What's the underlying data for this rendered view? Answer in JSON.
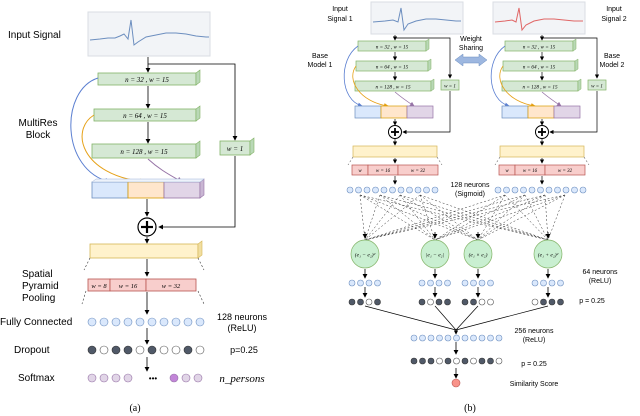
{
  "panel_a": {
    "input_signal_label": "Input Signal",
    "multires_label_1": "MultiRes",
    "multires_label_2": "Block",
    "conv1": "n = 32 , w = 15",
    "conv2": "n = 64 , w = 15",
    "conv3": "n = 128 , w = 15",
    "shortcut": "w = 1",
    "spp_label_1": "Spatial",
    "spp_label_2": "Pyramid",
    "spp_label_3": "Pooling",
    "spp_w8": "w = 8",
    "spp_w16": "w = 16",
    "spp_w32": "w = 32",
    "fc_label": "Fully Connected",
    "fc_desc_1": "128 neurons",
    "fc_desc_2": "(ReLU)",
    "dropout_label": "Dropout",
    "dropout_desc": "p=0.25",
    "softmax_label": "Softmax",
    "softmax_desc": "n_persons",
    "softmax_ellipsis": "•••",
    "caption": "(a)"
  },
  "panel_b": {
    "input1_line1": "Input",
    "input1_line2": "Signal 1",
    "input2_line1": "Input",
    "input2_line2": "Signal 2",
    "weight_sharing_1": "Weight",
    "weight_sharing_2": "Sharing",
    "base1_line1": "Base",
    "base1_line2": "Model 1",
    "base2_line1": "Base",
    "base2_line2": "Model 2",
    "conv1": "n = 32 , w = 15",
    "conv2": "n = 64 , w = 15",
    "conv3": "n = 128 , w = 15",
    "shortcut": "w = 1",
    "spp_w8": "w",
    "spp_w16": "w = 16",
    "spp_w32": "w = 32",
    "spp2_w32": "w = 32",
    "sigmoid_1": "128 neurons",
    "sigmoid_2": "(Sigmoid)",
    "dist1": "(e₁ − e₂)²",
    "dist2": "|e₁ − e₂|",
    "dist3": "(e₁ × e₂)",
    "dist4": "(e₁ + e₂)²",
    "n64_1": "64 neurons",
    "n64_2": "(ReLU)",
    "p1": "p = 0.25",
    "n256_1": "256 neurons",
    "n256_2": "(ReLU)",
    "p2": "p = 0.25",
    "similarity": "Similarity Score",
    "caption": "(b)"
  },
  "colors": {
    "green_fill": "#d5e8d4",
    "green_stroke": "#82b366",
    "blue_fill": "#dae8fc",
    "blue_stroke": "#6c8ebf",
    "orange_fill": "#ffe6cc",
    "orange_stroke": "#d79b00",
    "purple_fill": "#e1d5e7",
    "purple_stroke": "#9673a6",
    "yellow_fill": "#fff2cc",
    "yellow_stroke": "#d6b656",
    "red_fill": "#f8cecc",
    "red_stroke": "#b85450",
    "dark_neuron": "#505968",
    "input1_signal": "#6c8ebf",
    "input2_signal": "#e06666"
  }
}
